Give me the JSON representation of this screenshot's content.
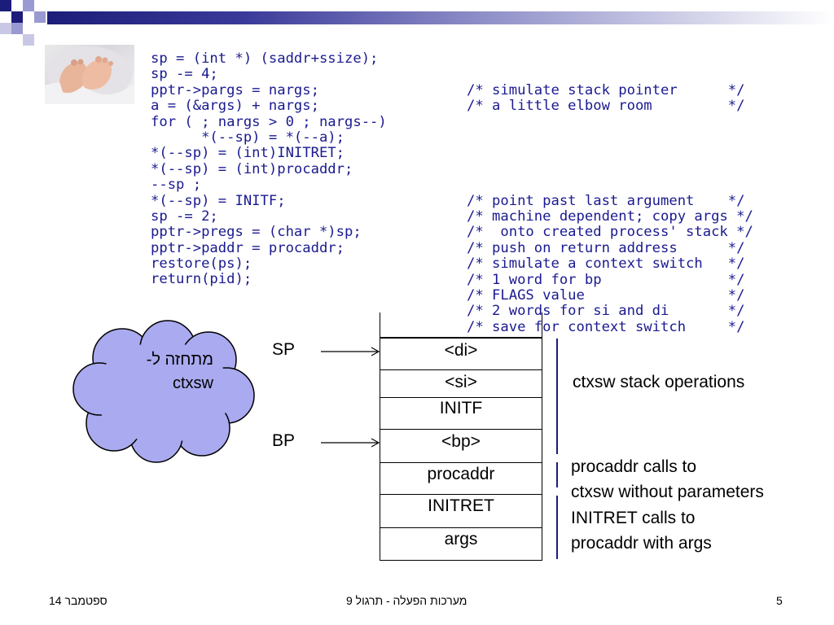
{
  "code": {
    "left_lines": [
      "sp = (int *) (saddr+ssize);",
      "sp -= 4;",
      "pptr->pargs = nargs;",
      "a = (&args) + nargs;",
      "for ( ; nargs > 0 ; nargs--)",
      "      *(--sp) = *(--a);",
      "*(--sp) = (int)INITRET;",
      "*(--sp) = (int)procaddr;",
      "--sp ;",
      "*(--sp) = INITF;",
      "sp -= 2;",
      "pptr->pregs = (char *)sp;",
      "pptr->paddr = procaddr;",
      "restore(ps);",
      "return(pid);"
    ],
    "comments_top": [
      "/* simulate stack pointer      */",
      "/* a little elbow room         */"
    ],
    "comments_bottom": [
      "/* point past last argument    */",
      "/* machine dependent; copy args */",
      "/*  onto created process' stack */",
      "/* push on return address      */",
      "/* simulate a context switch   */",
      "/* 1 word for bp               */",
      "/* FLAGS value                 */",
      "/* 2 words for si and di       */",
      "/* save for context switch     */"
    ]
  },
  "cloud": {
    "line1": "מתחזה ל-",
    "line2": "ctxsw"
  },
  "stack": {
    "cells": [
      "",
      "<di>",
      "<si>",
      "INITF",
      "<bp>",
      "procaddr",
      "INITRET",
      "args"
    ]
  },
  "pointers": {
    "sp": "SP",
    "bp": "BP"
  },
  "notes": {
    "ctxsw": "ctxsw stack operations",
    "procaddr_1": "procaddr calls to",
    "procaddr_2": "ctxsw without parameters",
    "initret_1": "INITRET calls to",
    "initret_2": "procaddr with args"
  },
  "footer": {
    "date": "ספטמבר 14",
    "title": "מערכות הפעלה - תרגול 9",
    "page": "5"
  },
  "colors": {
    "code": "#1a1a90",
    "cloud_fill": "#aaaaf0",
    "bracket": "#1c1c7a",
    "corner_dark": "#1c1c7a",
    "corner_light": "#9a9ad2"
  }
}
